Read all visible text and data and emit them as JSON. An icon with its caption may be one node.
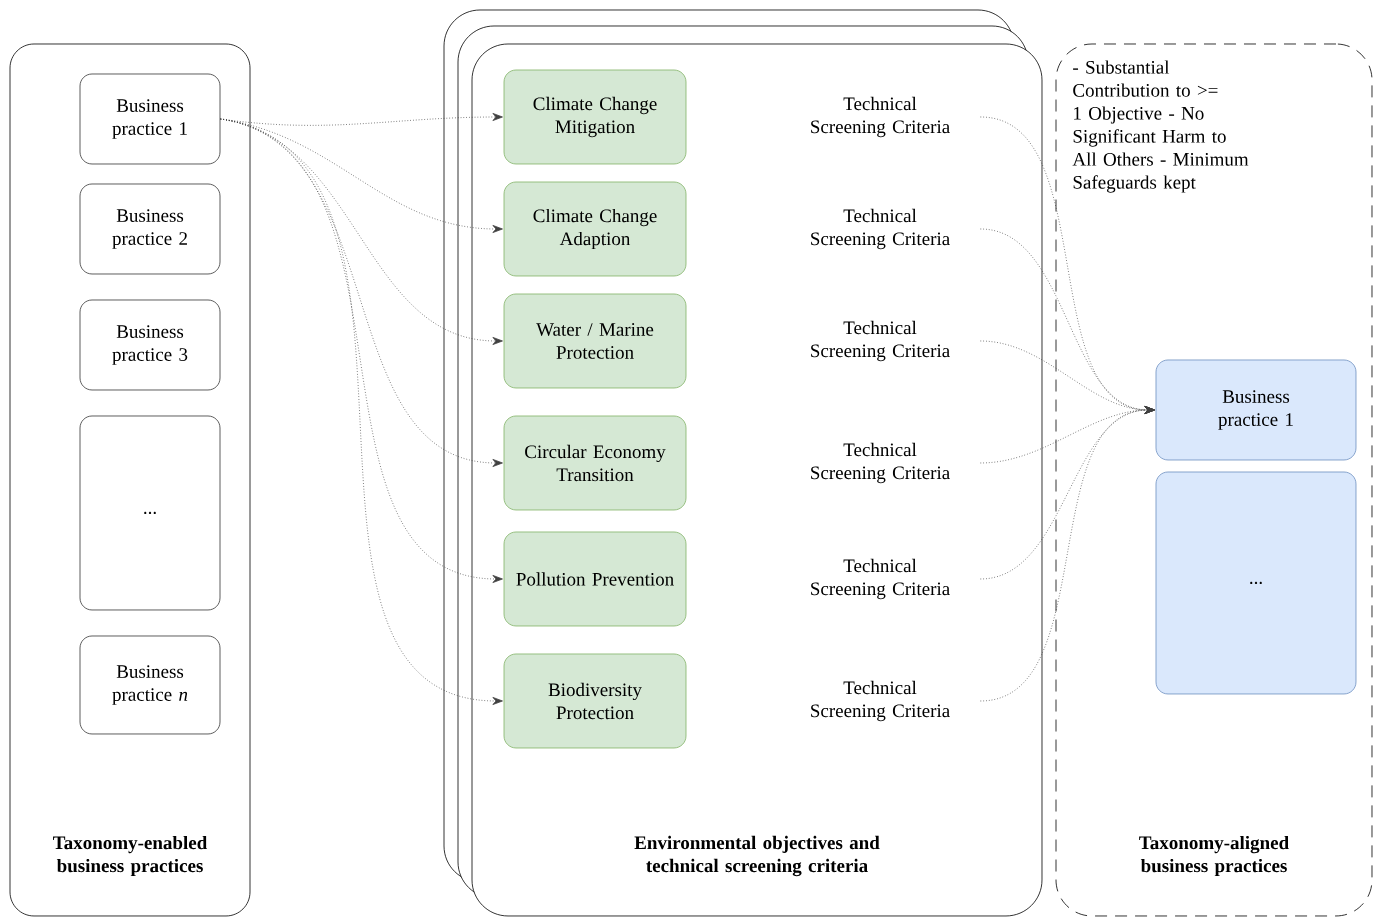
{
  "diagram": {
    "nodes": [
      {
        "text": [
          "Taxonomy-enabled business practices"
        ]
      },
      {
        "text": [
          "Business practice 1"
        ],
        "in": 0
      },
      {
        "text": [
          "Business practice 2"
        ],
        "in": 0
      },
      {
        "text": [
          "Business practice 3"
        ],
        "in": 0
      },
      {
        "text": [
          "..."
        ],
        "in": 0
      },
      {
        "text": [
          "Business practice *n*"
        ],
        "in": 0
      },
      {
        "text": [
          "Environmental objectives and technical screening criteria"
        ]
      },
      {
        "text": [
          "Climate Change Mitigation"
        ],
        "in": 6
      },
      {
        "text": [
          "Technical Screening Criteria"
        ],
        "in": 6
      },
      {
        "text": [
          "Climate Change Adaption"
        ],
        "in": 6
      },
      {
        "text": [
          "Technical Screening Criteria"
        ],
        "in": 6
      },
      {
        "text": [
          "Water / Marine Protection"
        ],
        "in": 6
      },
      {
        "text": [
          "Technical Screening Criteria"
        ],
        "in": 6
      },
      {
        "text": [
          "Circular Economy Transition"
        ],
        "in": 6
      },
      {
        "text": [
          "Technical Screening Criteria"
        ],
        "in": 6
      },
      {
        "text": [
          "Pollution Prevention"
        ],
        "in": 6
      },
      {
        "text": [
          "Technical Screening Criteria"
        ],
        "in": 6
      },
      {
        "text": [
          "Biodiversity Protection"
        ],
        "in": 6
      },
      {
        "text": [
          "Technical Screening Criteria"
        ],
        "in": 6
      },
      {
        "text": [
          "- Substantial Contribution to >= 1 Objective - No Significant Harm to All Others - Minimum Safeguards kept",
          "Taxonomy-aligned business practices"
        ]
      },
      {
        "text": [
          "Business practice 1"
        ],
        "in": 19
      },
      {
        "text": [
          "..."
        ],
        "in": 19
      }
    ],
    "edges": [
      {
        "from": 1,
        "to": 7,
        "arrow": "to"
      },
      {
        "from": 1,
        "to": 9,
        "arrow": "to"
      },
      {
        "from": 1,
        "to": 11,
        "arrow": "to"
      },
      {
        "from": 1,
        "to": 13,
        "arrow": "to"
      },
      {
        "from": 1,
        "to": 15,
        "arrow": "to"
      },
      {
        "from": 1,
        "to": 17,
        "arrow": "to"
      },
      {
        "from": 8,
        "to": 20,
        "arrow": "to"
      },
      {
        "from": 10,
        "to": 20,
        "arrow": "to"
      },
      {
        "from": 12,
        "to": 20,
        "arrow": "to"
      },
      {
        "from": 14,
        "to": 20,
        "arrow": "to"
      },
      {
        "from": 16,
        "to": 20,
        "arrow": "to"
      },
      {
        "from": 18,
        "to": 20,
        "arrow": "to"
      }
    ]
  }
}
